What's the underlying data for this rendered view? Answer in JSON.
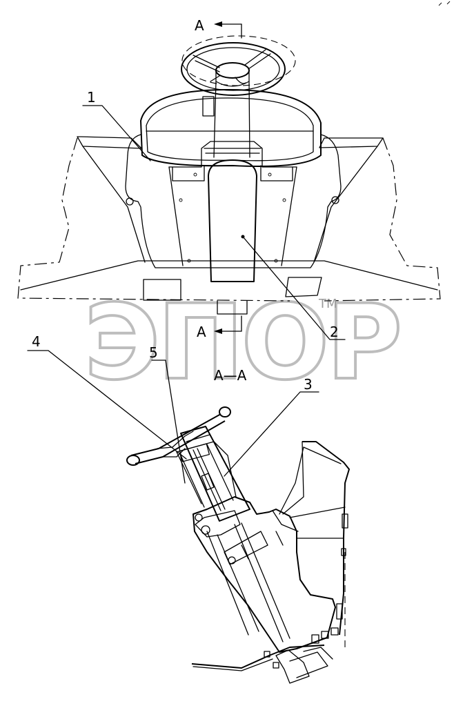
{
  "labels": {
    "part_1": "1",
    "part_2": "2",
    "part_3": "3",
    "part_4": "4",
    "part_5": "5",
    "section_top": "A",
    "section_bottom": "A",
    "section_view": "A—A"
  },
  "watermark": {
    "text": "ЭПОР",
    "trademark": "TM",
    "color": "#bdbdbd"
  },
  "colors": {
    "line": "#000000",
    "background": "#ffffff"
  }
}
